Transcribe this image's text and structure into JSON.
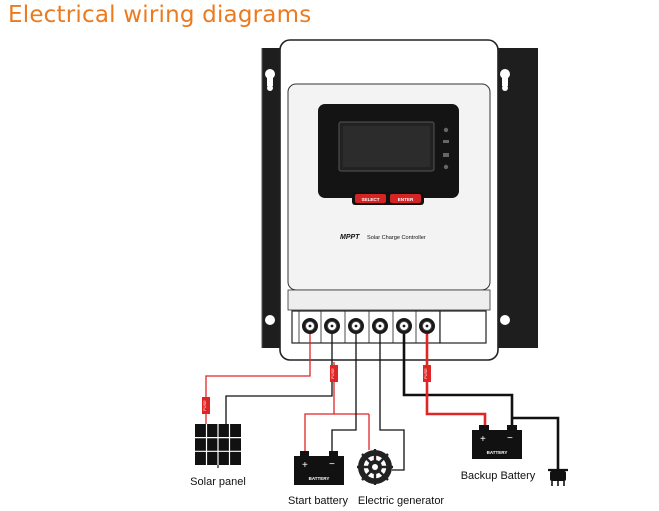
{
  "title": "Electrical wiring diagrams",
  "controller": {
    "buttons": {
      "select": "SELECT",
      "enter": "ENTER"
    },
    "brand": "MPPT",
    "name": "Solar Charge Controller"
  },
  "fuse_label": "FUSE",
  "battery_text": "BATTERY",
  "components": {
    "solar_panel": "Solar panel",
    "start_battery": "Start battery",
    "electric_generator": "Electric generator",
    "backup_battery": "Backup Battery"
  },
  "colors": {
    "title": "#ec7a1e",
    "positive_wire": "#e02525",
    "negative_wire": "#111111",
    "fuse": "#e02525"
  }
}
